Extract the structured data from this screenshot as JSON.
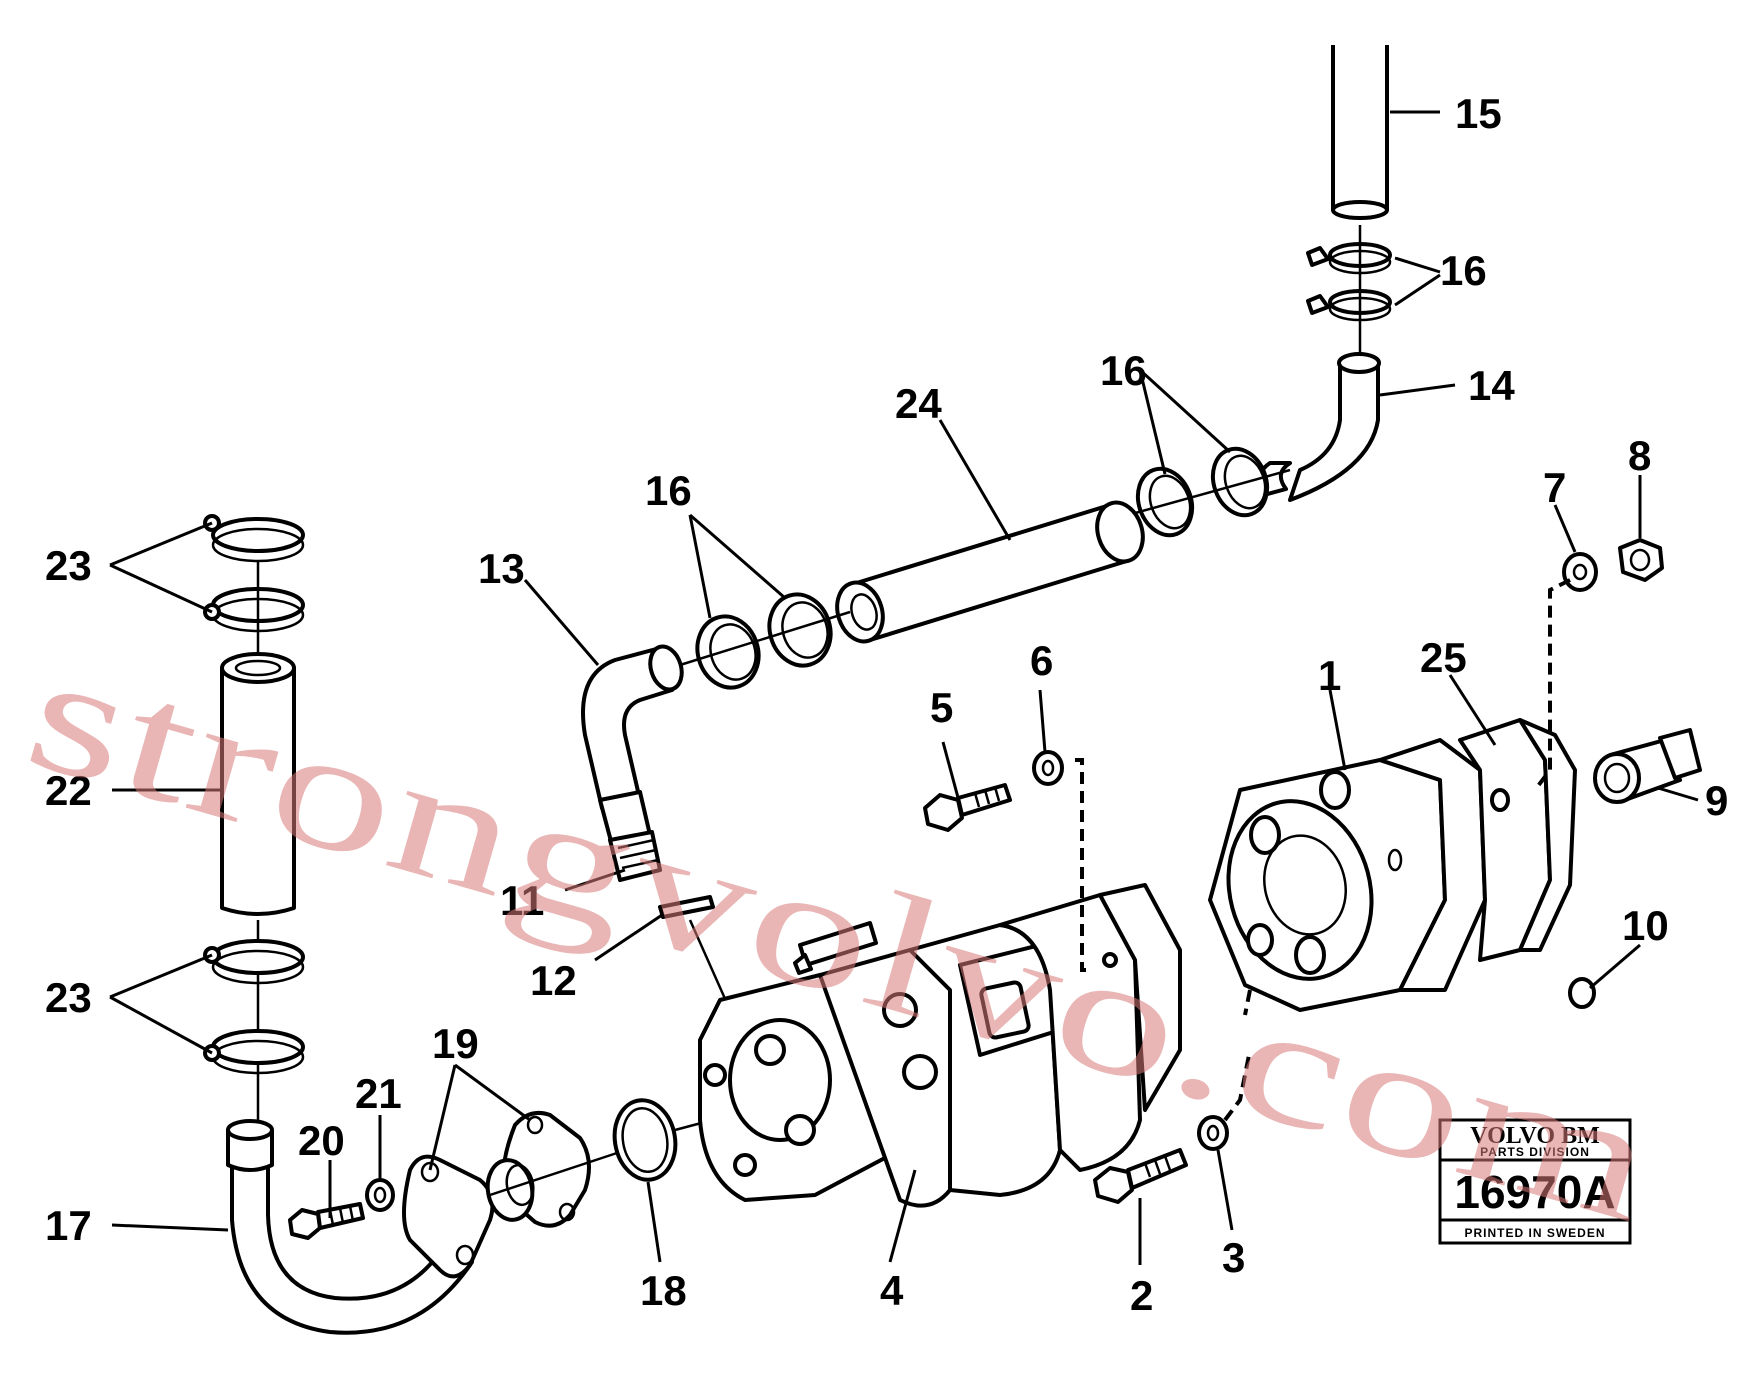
{
  "diagram": {
    "callouts": [
      "1",
      "2",
      "3",
      "4",
      "5",
      "6",
      "7",
      "8",
      "9",
      "10",
      "11",
      "12",
      "13",
      "14",
      "15",
      "16",
      "17",
      "18",
      "19",
      "20",
      "21",
      "22",
      "23",
      "24",
      "25"
    ],
    "stamp": {
      "brand": "VOLVO BM",
      "division": "PARTS DIVISION",
      "number": "16970A",
      "printed": "PRINTED IN SWEDEN"
    },
    "watermark": "strongvolvo.com"
  }
}
